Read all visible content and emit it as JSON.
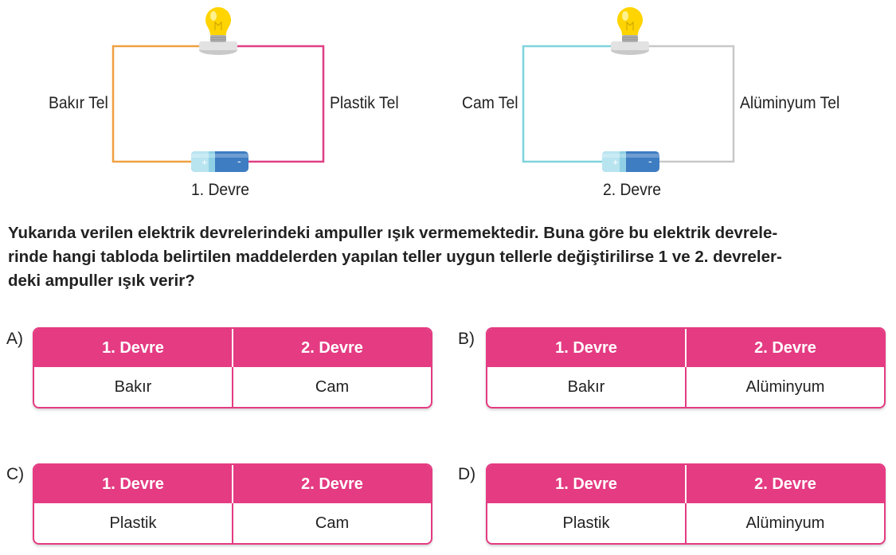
{
  "circuits": [
    {
      "left_label": "Bakır Tel",
      "right_label": "Plastik Tel",
      "name": "1. Devre",
      "colors": {
        "left_wire": "#f0a040",
        "right_wire": "#df3f86"
      }
    },
    {
      "left_label": "Cam Tel",
      "right_label": "Alüminyum Tel",
      "name": "2. Devre",
      "colors": {
        "left_wire": "#7fd3dc",
        "right_wire": "#c8c8c8"
      }
    }
  ],
  "question": {
    "lines": [
      "Yukarıda verilen elektrik devrelerindeki ampuller ışık vermemektedir. Buna göre bu elektrik devrele-",
      "rinde hangi tabloda belirtilen maddelerden yapılan teller uygun tellerle değiştirilirse 1 ve 2. devreler-",
      "deki ampuller ışık verir?"
    ]
  },
  "options": [
    {
      "letter": "A)",
      "headers": [
        "1. Devre",
        "2. Devre"
      ],
      "values": [
        "Bakır",
        "Cam"
      ]
    },
    {
      "letter": "B)",
      "headers": [
        "1. Devre",
        "2. Devre"
      ],
      "values": [
        "Bakır",
        "Alüminyum"
      ]
    },
    {
      "letter": "C)",
      "headers": [
        "1. Devre",
        "2. Devre"
      ],
      "values": [
        "Plastik",
        "Cam"
      ]
    },
    {
      "letter": "D)",
      "headers": [
        "1. Devre",
        "2. Devre"
      ],
      "values": [
        "Plastik",
        "Alüminyum"
      ]
    }
  ],
  "colors": {
    "accent": "#e43b82",
    "bulb_glass": "#ffd400",
    "battery_body": "#3e7dc2",
    "battery_cap": "#b8e4f0"
  },
  "icons": [
    "light-bulb-icon",
    "battery-icon"
  ]
}
